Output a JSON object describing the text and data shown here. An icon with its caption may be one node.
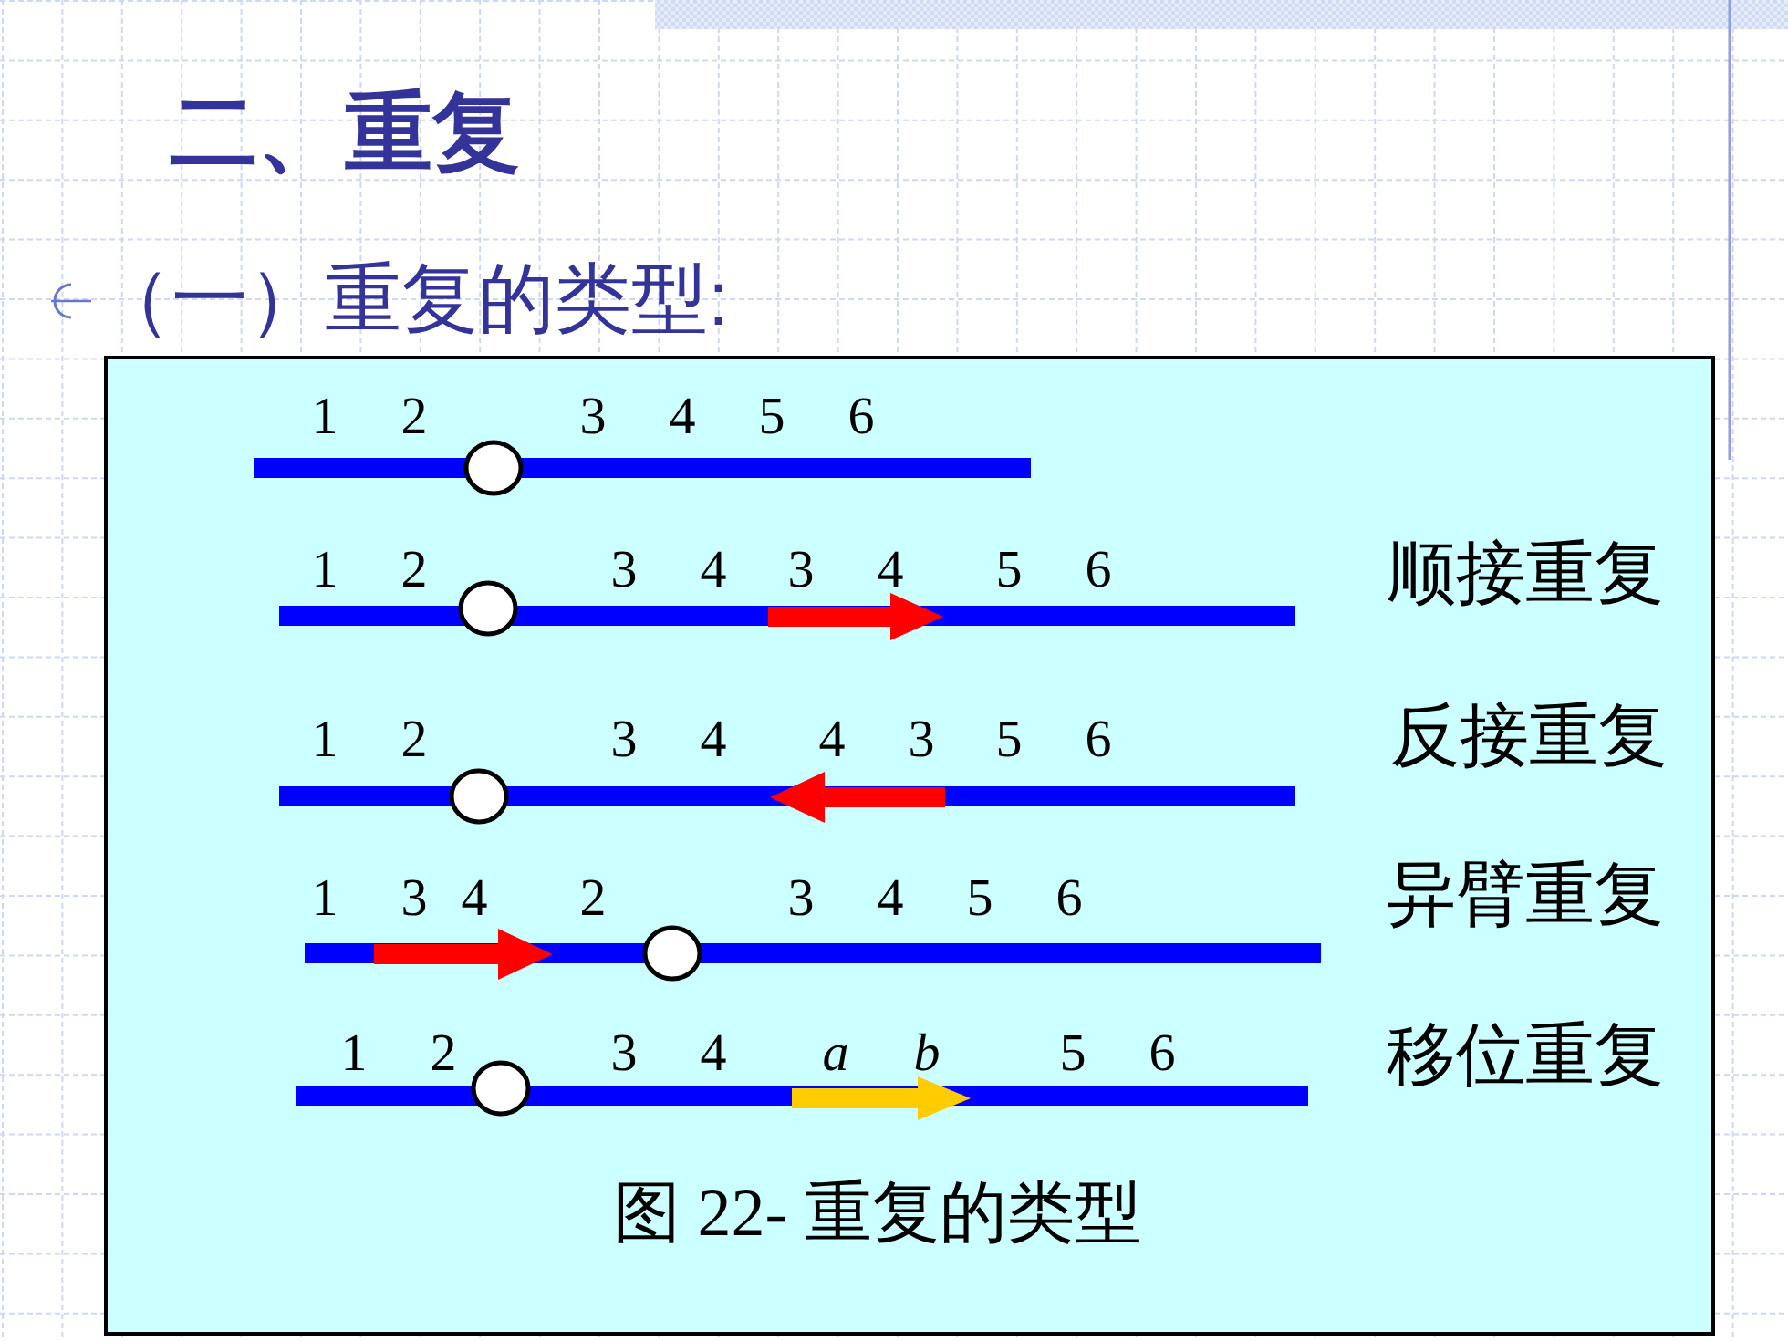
{
  "diagram": {
    "title": "二、重复",
    "caption": "图 22- 重复的类型",
    "nodes": [
      {
        "text": [
          "1",
          "2",
          "3",
          "4",
          "5",
          "6"
        ]
      },
      {
        "text": [
          "1",
          "2",
          "3",
          "4",
          "3",
          "4",
          "5",
          "6"
        ],
        "beside": [
          "顺接重复"
        ]
      },
      {
        "text": [
          "1",
          "2",
          "3",
          "4",
          "4",
          "3",
          "5",
          "6"
        ],
        "beside": [
          "反接重复"
        ]
      },
      {
        "text": [
          "1",
          "3",
          "4",
          "2",
          "3",
          "4",
          "5",
          "6"
        ],
        "beside": [
          "异臂重复"
        ]
      },
      {
        "text": [
          "1",
          "2",
          "3",
          "4",
          "a",
          "b",
          "5",
          "6"
        ],
        "beside": [
          "移位重复"
        ]
      }
    ],
    "labels": [
      "（一）重复的类型:"
    ]
  }
}
